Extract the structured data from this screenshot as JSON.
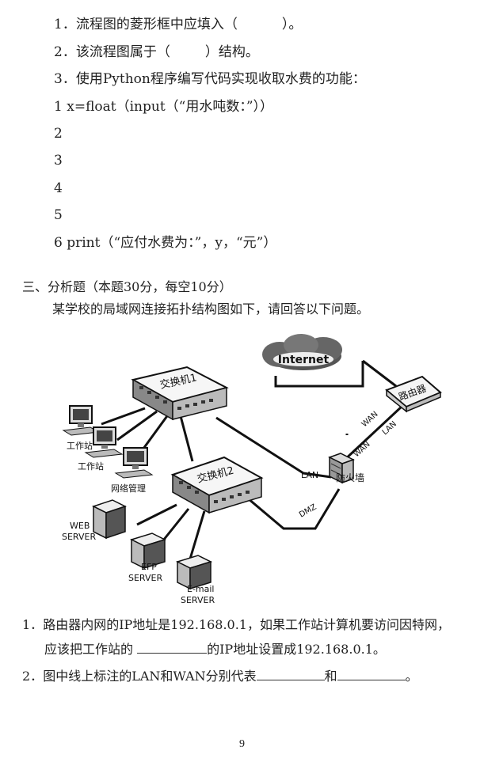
{
  "questions": {
    "q1": {
      "num": "1．",
      "text_a": "流程图的菱形框中应填入（",
      "text_b": "）。"
    },
    "q2": {
      "num": "2．",
      "text_a": "该流程图属于（",
      "text_b": "）结构。"
    },
    "q3": {
      "num": "3．",
      "text": "使用Python程序编写代码实现收取水费的功能："
    }
  },
  "code_lines": {
    "l1": {
      "num": "1",
      "text": "x=float（input（“用水吨数：”））"
    },
    "l2": {
      "num": "2",
      "text": ""
    },
    "l3": {
      "num": "3",
      "text": ""
    },
    "l4": {
      "num": "4",
      "text": ""
    },
    "l5": {
      "num": "5",
      "text": ""
    },
    "l6": {
      "num": "6",
      "text": "print（“应付水费为：”，y，“元”）"
    }
  },
  "section3": {
    "heading": "三、分析题（本题30分，每空10分）",
    "intro": "某学校的局域网连接拓扑结构图如下，请回答以下问题。"
  },
  "diagram": {
    "internet": "Internet",
    "router": "路由器",
    "switch1": "交换机1",
    "switch2": "交换机2",
    "workstation1": "工作站",
    "workstation2": "工作站",
    "netmgmt": "网络管理",
    "firewall": "防火墙",
    "wan1": "WAN",
    "lan_top": "LAN",
    "wan2": "WAN",
    "lan_fw": "LAN",
    "dmz": "DMZ",
    "web_l1": "WEB",
    "web_l2": "SERVER",
    "efp_l1": "EFP",
    "efp_l2": "SERVER",
    "email_l1": "E-mail",
    "email_l2": "SERVER"
  },
  "answers": {
    "a1": {
      "num": "1．",
      "text_a": "路由器内网的IP地址是192.168.0.1，如果工作站计算机要访问因特网，",
      "text_b": "应该把工作站的",
      "text_c": "的IP地址设置成192.168.0.1。"
    },
    "a2": {
      "num": "2．",
      "text_a": "图中线上标注的LAN和WAN分别代表",
      "text_b": "和",
      "text_c": "。"
    }
  },
  "page_number": "9"
}
